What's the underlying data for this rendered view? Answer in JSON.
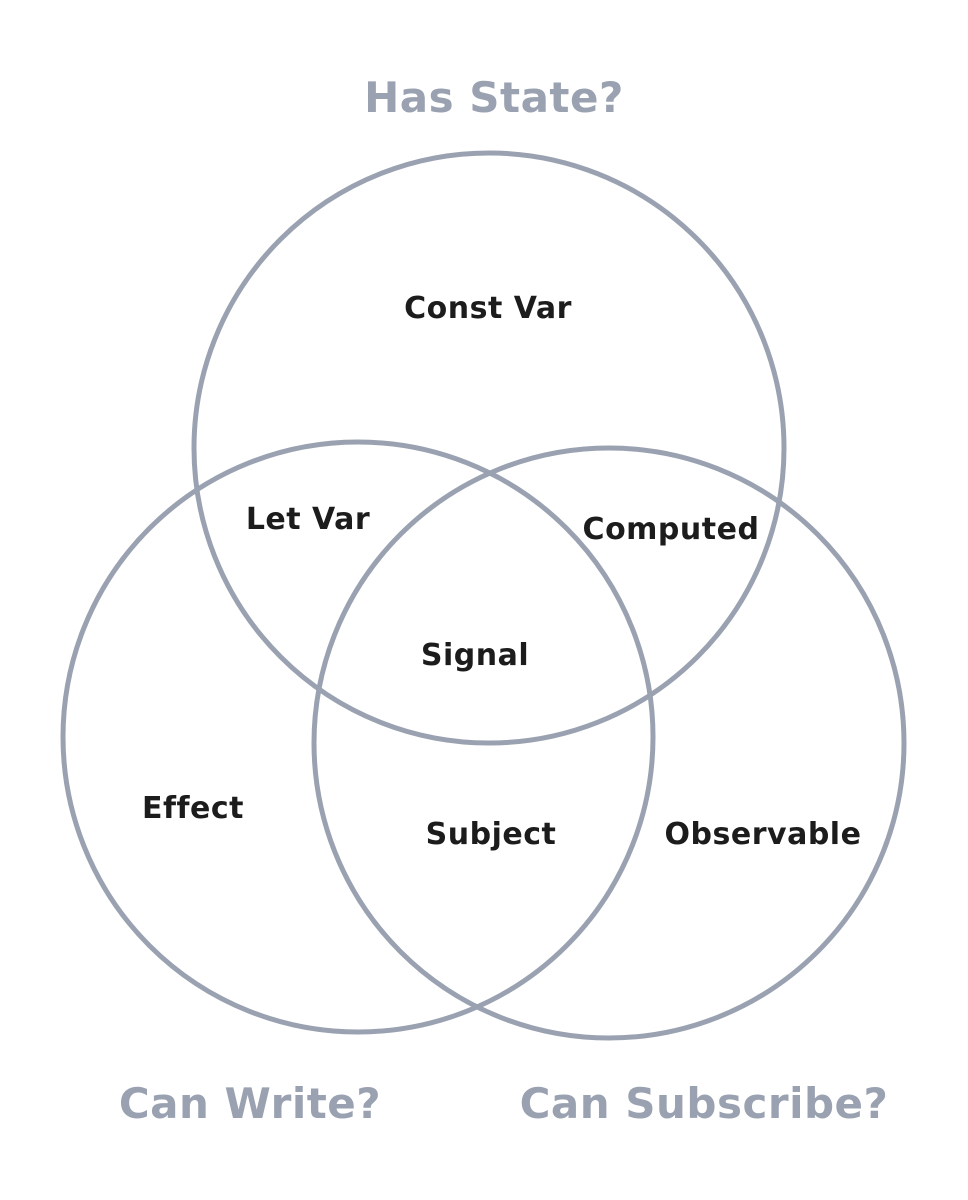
{
  "diagram": {
    "type": "venn",
    "stroke_color": "#9aa2b1",
    "set_label_color": "#9aa2b1",
    "region_label_color": "#1c1c1c",
    "sets": [
      {
        "id": "state",
        "label": "Has State?"
      },
      {
        "id": "write",
        "label": "Can Write?"
      },
      {
        "id": "subscribe",
        "label": "Can Subscribe?"
      }
    ],
    "regions": [
      {
        "sets": [
          "state"
        ],
        "label": "Const Var"
      },
      {
        "sets": [
          "state",
          "write"
        ],
        "label": "Let Var"
      },
      {
        "sets": [
          "state",
          "subscribe"
        ],
        "label": "Computed"
      },
      {
        "sets": [
          "state",
          "write",
          "subscribe"
        ],
        "label": "Signal"
      },
      {
        "sets": [
          "write"
        ],
        "label": "Effect"
      },
      {
        "sets": [
          "write",
          "subscribe"
        ],
        "label": "Subject"
      },
      {
        "sets": [
          "subscribe"
        ],
        "label": "Observable"
      }
    ]
  }
}
